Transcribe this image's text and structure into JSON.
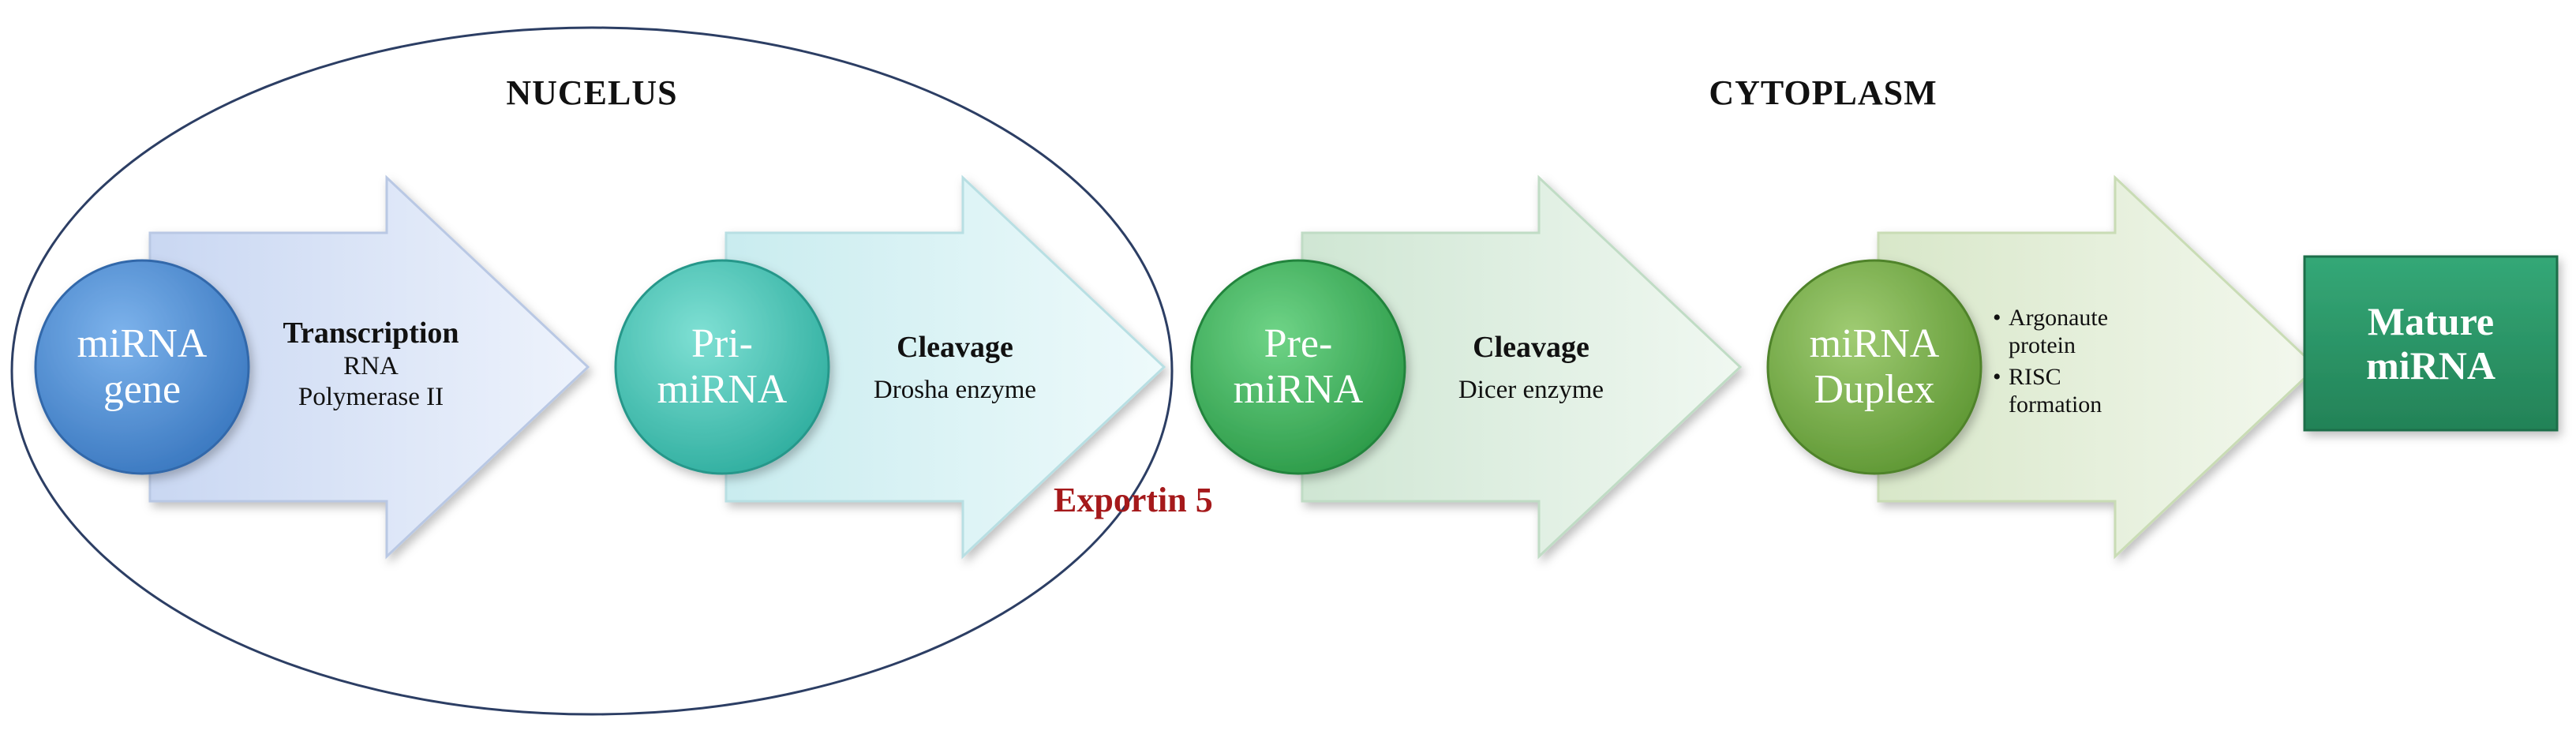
{
  "regions": {
    "nucleus": "NUCELUS",
    "cytoplasm": "CYTOPLASM"
  },
  "transport_label": "Exportin 5",
  "steps": [
    {
      "circle_lines": [
        "miRNA",
        "gene"
      ],
      "title": "Transcription",
      "sub_lines": [
        "RNA",
        "Polymerase II"
      ],
      "circle_color": "#4a8fd6",
      "arrow_color": "#dfe8f8"
    },
    {
      "circle_lines": [
        "Pri-",
        "miRNA"
      ],
      "title": "Cleavage",
      "sub_lines": [
        "Drosha enzyme"
      ],
      "circle_color": "#45c7b8",
      "arrow_color": "#dff5f7"
    },
    {
      "circle_lines": [
        "Pre-",
        "miRNA"
      ],
      "title": "Cleavage",
      "sub_lines": [
        "Dicer enzyme"
      ],
      "circle_color": "#3fb35c",
      "arrow_color": "#e3f2e5"
    },
    {
      "circle_lines": [
        "miRNA",
        "Duplex"
      ],
      "bullets": [
        "Argonaute protein",
        "RISC formation"
      ],
      "circle_color": "#74b043",
      "arrow_color": "#e8f1df"
    }
  ],
  "final": {
    "lines": [
      "Mature",
      "miRNA"
    ],
    "color": "#2a9a6a"
  }
}
